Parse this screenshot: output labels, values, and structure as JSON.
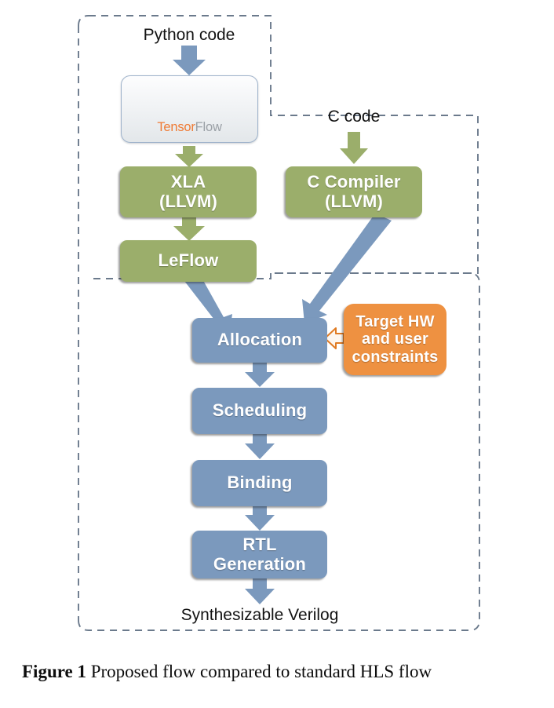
{
  "figure": {
    "caption_label": "Figure 1",
    "caption_text": "Proposed flow compared to standard HLS flow"
  },
  "colors": {
    "green_box": "#9bae6b",
    "blue_box": "#7b99bd",
    "orange_box": "#ee9141",
    "blue_arrow": "#7b99bd",
    "green_arrow": "#9bae6b",
    "dashed_border": "#6b7a8c",
    "tensorflow_orange": "#ef7b35",
    "tensorflow_gray": "#9aa0a6",
    "text_dark": "#131313",
    "box_text": "#ffffff"
  },
  "inputs": {
    "python_code": "Python code",
    "c_code": "C code"
  },
  "output": {
    "synthesizable_verilog": "Synthesizable Verilog"
  },
  "tensorflow": {
    "wordmark_part1": "Tensor",
    "wordmark_part2": "Flow"
  },
  "flow_boxes": [
    {
      "id": "xla",
      "line1": "XLA",
      "line2": "(LLVM)",
      "color": "green"
    },
    {
      "id": "leflow",
      "line1": "LeFlow",
      "line2": "",
      "color": "green"
    },
    {
      "id": "c-compiler",
      "line1": "C Compiler",
      "line2": "(LLVM)",
      "color": "green"
    },
    {
      "id": "allocation",
      "line1": "Allocation",
      "line2": "",
      "color": "blue"
    },
    {
      "id": "scheduling",
      "line1": "Scheduling",
      "line2": "",
      "color": "blue"
    },
    {
      "id": "binding",
      "line1": "Binding",
      "line2": "",
      "color": "blue"
    },
    {
      "id": "rtl-generation",
      "line1": "RTL",
      "line2": "Generation",
      "color": "blue"
    }
  ],
  "constraints_box": {
    "line1": "Target HW",
    "line2": "and user",
    "line3": "constraints"
  },
  "regions": {
    "proposed_flow_region": "proposed-flow-dashed-region",
    "hls_flow_region": "hls-flow-dashed-region"
  }
}
